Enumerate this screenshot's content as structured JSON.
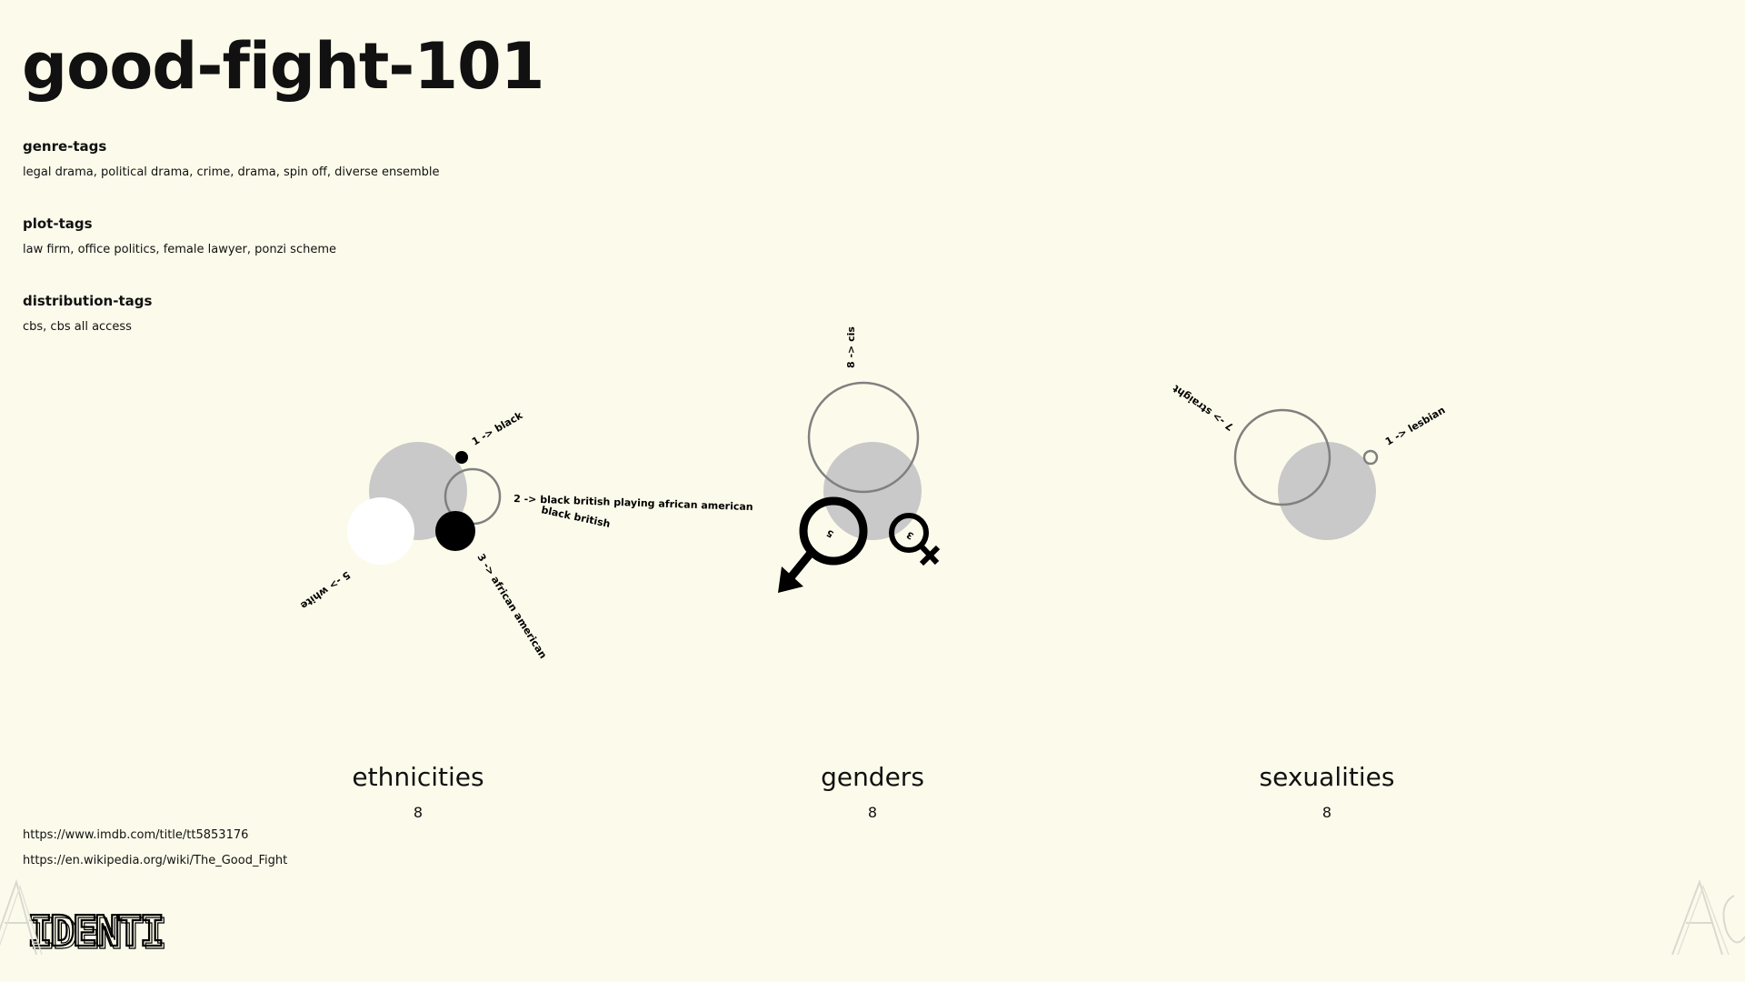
{
  "title": "good-fight-101",
  "tags": {
    "genre": {
      "heading": "genre-tags",
      "text": "legal drama, political drama, crime, drama, spin off, diverse ensemble"
    },
    "plot": {
      "heading": "plot-tags",
      "text": "law firm, office politics, female lawyer, ponzi scheme"
    },
    "distribution": {
      "heading": "distribution-tags",
      "text": "cbs, cbs all access"
    }
  },
  "charts": {
    "ethnicities": {
      "label": "ethnicities",
      "count": "8",
      "annotations": {
        "black": "1 ->  black",
        "black_british_playing": "2 ->  black british playing african american",
        "black_british": "black british",
        "african_american": "3 -> african american",
        "white": "5 -> white"
      }
    },
    "genders": {
      "label": "genders",
      "count": "8",
      "annotations": {
        "cis": "8 -> cis",
        "male_count": "5",
        "female_count": "3"
      }
    },
    "sexualities": {
      "label": "sexualities",
      "count": "8",
      "annotations": {
        "straight": "7 -> straight",
        "lesbian": "1 ->  lesbian"
      }
    }
  },
  "links": {
    "imdb": "https://www.imdb.com/title/tt5853176",
    "wikipedia": "https://en.wikipedia.org/wiki/The_Good_Fight"
  },
  "logo_text": "IDENTI",
  "colors": {
    "background": "#fcfbeb",
    "gray_fill": "#c9c9c9",
    "outline": "#808080",
    "black": "#000000",
    "white": "#ffffff"
  }
}
